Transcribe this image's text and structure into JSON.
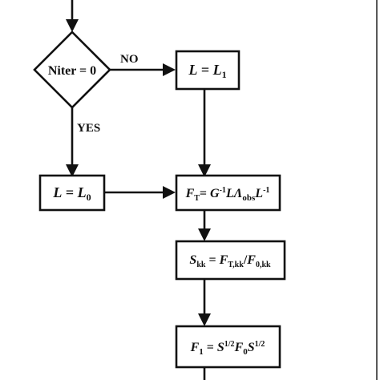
{
  "decision": {
    "condition": "Niter = 0",
    "no_label": "NO",
    "yes_label": "YES"
  },
  "boxes": {
    "set_l1": {
      "lhs": "L",
      "eq": " = ",
      "rhs": "L",
      "rhs_sub": "1"
    },
    "set_l0": {
      "lhs": "L",
      "eq": " = ",
      "rhs": "L",
      "rhs_sub": "0"
    },
    "compute_ft": {
      "lhs": "F",
      "lhs_sub": "T",
      "eq": "= ",
      "g": "G",
      "g_sup": "-1",
      "l": "L",
      "lambda": "Λ",
      "lambda_sub": "obs",
      "l2": "L",
      "l2_sup": "-1"
    },
    "compute_s": {
      "lhs": "S",
      "lhs_sub": "kk",
      "eq": " = ",
      "num": "F",
      "num_sub": "T,kk",
      "slash": "/",
      "den": "F",
      "den_sub": "0,kk"
    },
    "compute_f1": {
      "lhs": "F",
      "lhs_sub": "1",
      "eq": " = ",
      "s1": "S",
      "s1_sup": "1/2",
      "f0": "F",
      "f0_sub": "0",
      "s2": "S",
      "s2_sup": "1/2"
    }
  }
}
